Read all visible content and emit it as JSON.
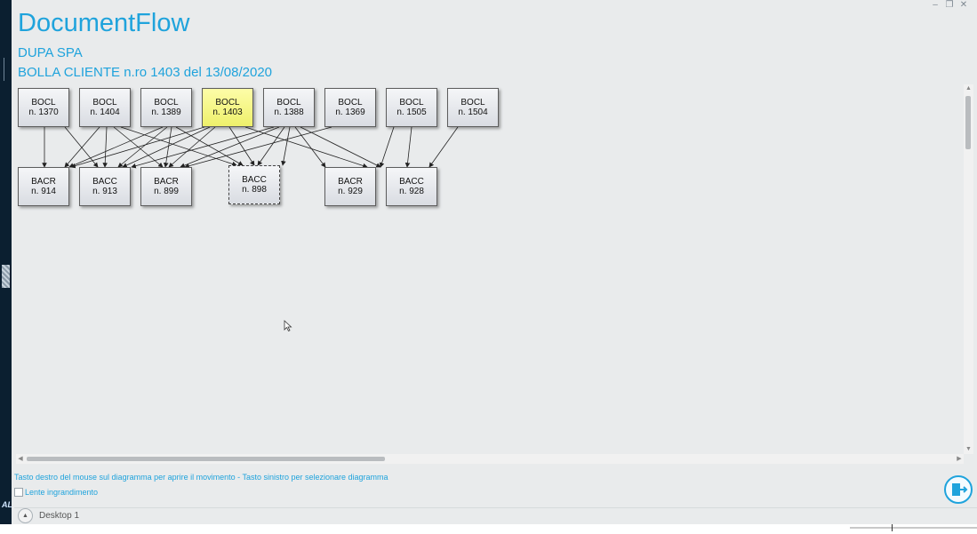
{
  "app": {
    "title": "DocumentFlow",
    "company": "DUPA SPA",
    "document": "BOLLA CLIENTE n.ro 1403 del 13/08/2020"
  },
  "diagram": {
    "top_row": [
      {
        "type": "BOCL",
        "num": "n. 1370"
      },
      {
        "type": "BOCL",
        "num": "n. 1404"
      },
      {
        "type": "BOCL",
        "num": "n. 1389"
      },
      {
        "type": "BOCL",
        "num": "n. 1403"
      },
      {
        "type": "BOCL",
        "num": "n. 1388"
      },
      {
        "type": "BOCL",
        "num": "n. 1369"
      },
      {
        "type": "BOCL",
        "num": "n. 1505"
      },
      {
        "type": "BOCL",
        "num": "n. 1504"
      }
    ],
    "bottom_row": [
      {
        "type": "BACR",
        "num": "n. 914"
      },
      {
        "type": "BACC",
        "num": "n. 913"
      },
      {
        "type": "BACR",
        "num": "n. 899"
      },
      {
        "type": "BACC",
        "num": "n. 898"
      },
      {
        "type": "BACR",
        "num": "n. 929"
      },
      {
        "type": "BACC",
        "num": "n. 928"
      }
    ]
  },
  "status": {
    "hint": "Tasto destro del mouse sul diagramma per aprire il movimento - Tasto sinistro per selezionare diagramma",
    "magnifier_label": "Lente ingrandimento",
    "magnifier_checked": false
  },
  "footer": {
    "desktop_label": "Desktop 1"
  },
  "left_strip": {
    "label": "AL"
  },
  "colors": {
    "accent": "#1fa3dc",
    "selected_node": "#f4f58a"
  }
}
